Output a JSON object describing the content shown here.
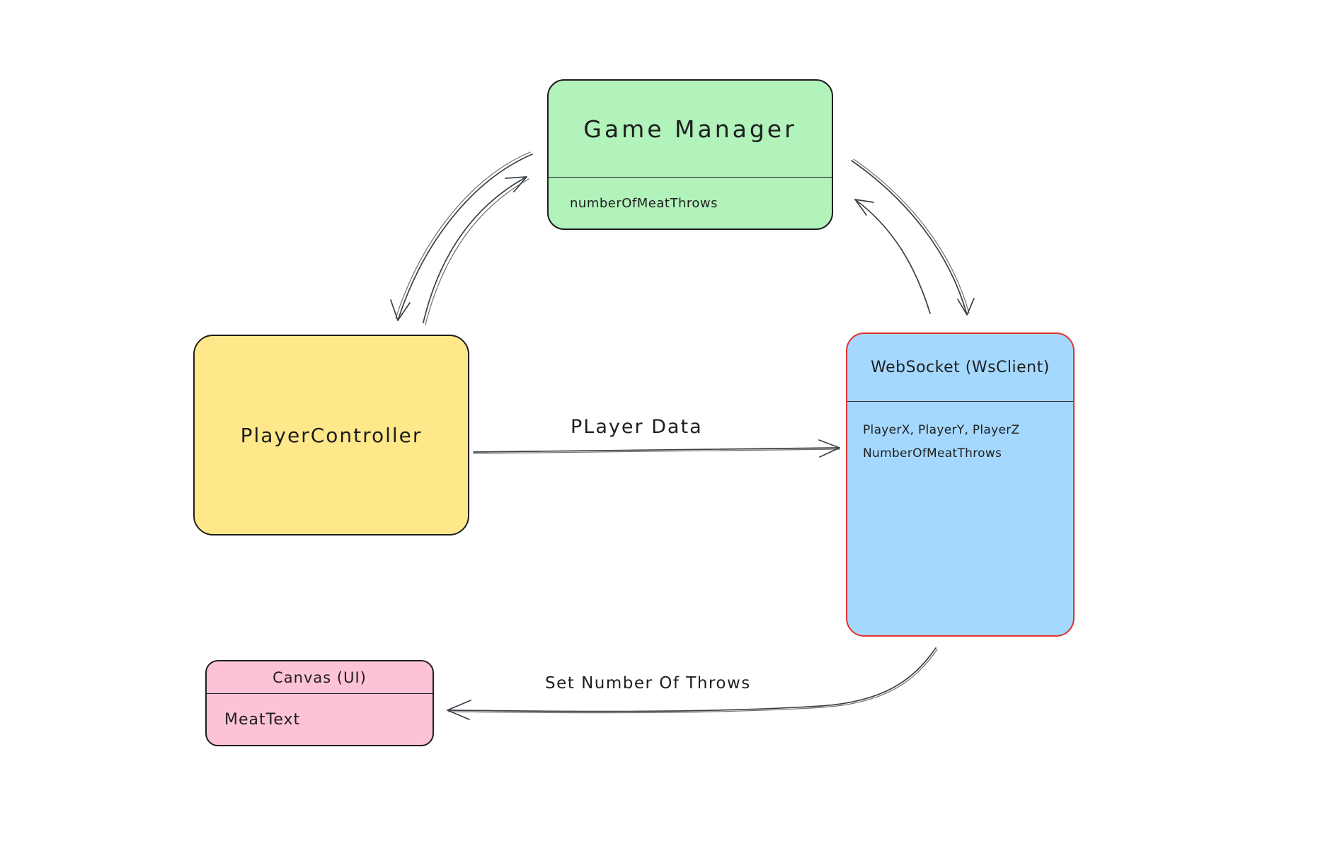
{
  "canvas": {
    "background": "#ffffff",
    "arrow_stroke": "#3a3f44",
    "text_color": "#1e1e1e"
  },
  "nodes": {
    "game_manager": {
      "title": "Game Manager",
      "fields": [
        "numberOfMeatThrows"
      ],
      "fill": "#b2f2bb",
      "border": "#1e1e1e"
    },
    "player_controller": {
      "title": "PlayerController",
      "fill": "#ffe88a",
      "border": "#1e1e1e"
    },
    "websocket": {
      "title": "WebSocket (WsClient)",
      "fields": [
        "PlayerX, PlayerY, PlayerZ",
        "NumberOfMeatThrows"
      ],
      "fill": "#a5d8ff",
      "border": "#e03131"
    },
    "canvas_ui": {
      "title": "Canvas (UI)",
      "fields": [
        "MeatText"
      ],
      "fill": "#fcc2d7",
      "border": "#1e1e1e"
    }
  },
  "edges": {
    "player_data": {
      "label": "PLayer Data",
      "from": "PlayerController",
      "to": "WebSocket (WsClient)"
    },
    "set_number_of_throws": {
      "label": "Set Number Of Throws",
      "from": "WebSocket (WsClient)",
      "to": "Canvas (UI)"
    },
    "player_controller_to_game_manager": {
      "label": ""
    },
    "game_manager_to_player_controller": {
      "label": ""
    },
    "game_manager_to_websocket": {
      "label": ""
    },
    "websocket_to_game_manager": {
      "label": ""
    }
  }
}
